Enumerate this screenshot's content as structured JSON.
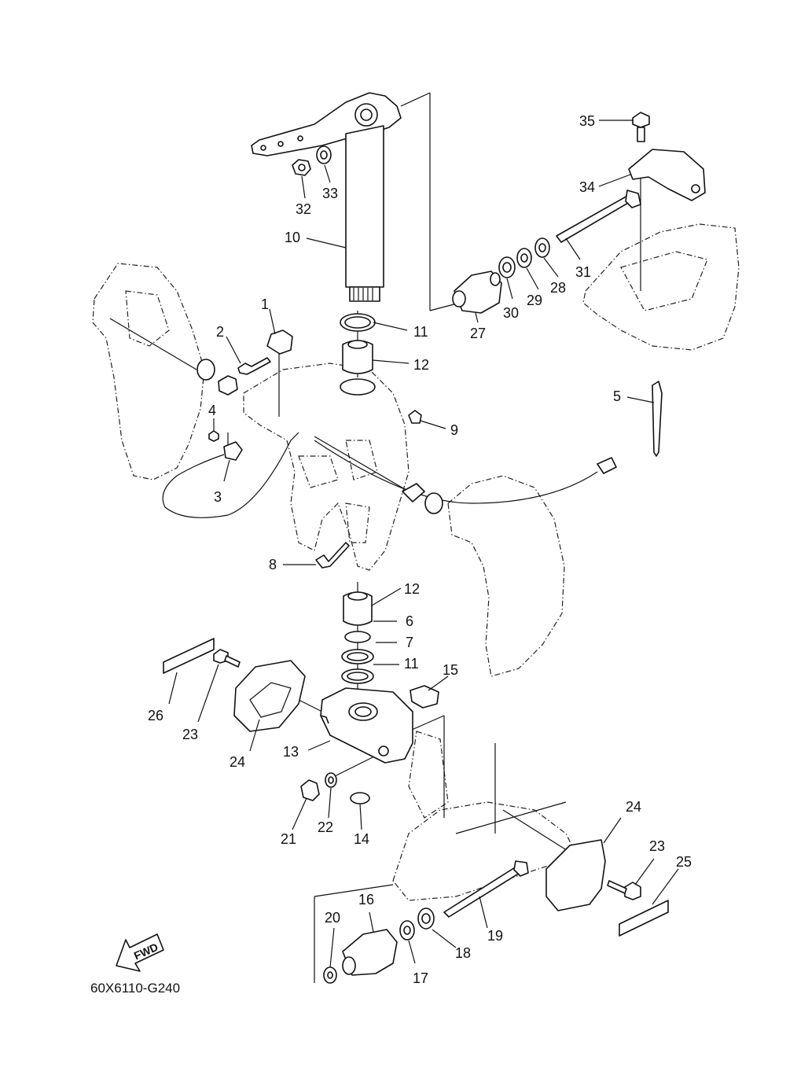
{
  "diagram": {
    "code": "60X6110-G240",
    "fwd": "FWD"
  },
  "callouts": [
    {
      "id": "c1",
      "text": "1"
    },
    {
      "id": "c2",
      "text": "2"
    },
    {
      "id": "c3",
      "text": "3"
    },
    {
      "id": "c4",
      "text": "4"
    },
    {
      "id": "c5",
      "text": "5"
    },
    {
      "id": "c6",
      "text": "6"
    },
    {
      "id": "c7",
      "text": "7"
    },
    {
      "id": "c8",
      "text": "8"
    },
    {
      "id": "c9",
      "text": "9"
    },
    {
      "id": "c10",
      "text": "10"
    },
    {
      "id": "c11a",
      "text": "11"
    },
    {
      "id": "c11b",
      "text": "11"
    },
    {
      "id": "c12a",
      "text": "12"
    },
    {
      "id": "c12b",
      "text": "12"
    },
    {
      "id": "c13",
      "text": "13"
    },
    {
      "id": "c14",
      "text": "14"
    },
    {
      "id": "c15",
      "text": "15"
    },
    {
      "id": "c16",
      "text": "16"
    },
    {
      "id": "c17",
      "text": "17"
    },
    {
      "id": "c18",
      "text": "18"
    },
    {
      "id": "c19",
      "text": "19"
    },
    {
      "id": "c20",
      "text": "20"
    },
    {
      "id": "c21",
      "text": "21"
    },
    {
      "id": "c22",
      "text": "22"
    },
    {
      "id": "c23a",
      "text": "23"
    },
    {
      "id": "c23b",
      "text": "23"
    },
    {
      "id": "c24a",
      "text": "24"
    },
    {
      "id": "c24b",
      "text": "24"
    },
    {
      "id": "c25",
      "text": "25"
    },
    {
      "id": "c26",
      "text": "26"
    },
    {
      "id": "c27",
      "text": "27"
    },
    {
      "id": "c28",
      "text": "28"
    },
    {
      "id": "c29",
      "text": "29"
    },
    {
      "id": "c30",
      "text": "30"
    },
    {
      "id": "c31",
      "text": "31"
    },
    {
      "id": "c32",
      "text": "32"
    },
    {
      "id": "c33",
      "text": "33"
    },
    {
      "id": "c34",
      "text": "34"
    },
    {
      "id": "c35",
      "text": "35"
    }
  ]
}
